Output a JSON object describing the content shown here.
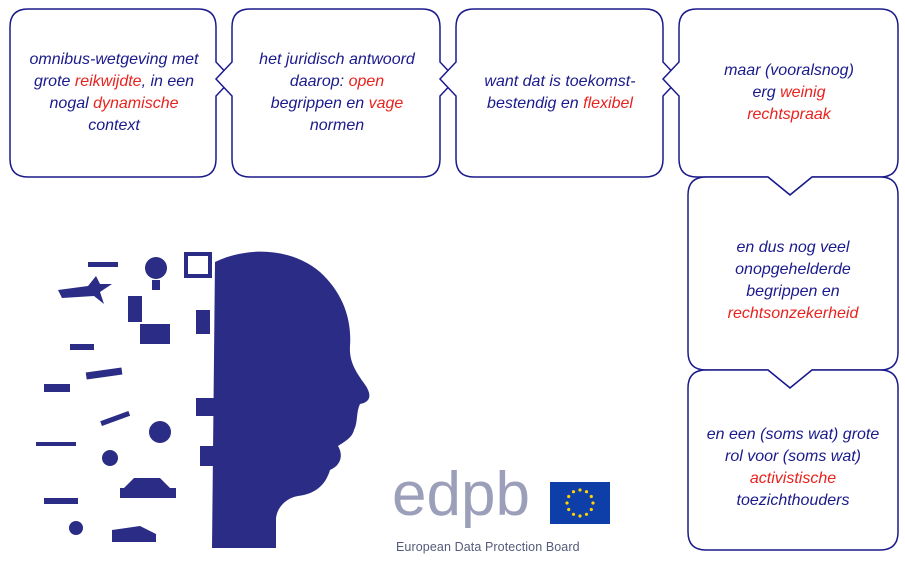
{
  "flow": {
    "box1": {
      "p1": "omnibus-wetgeving met grote ",
      "r1": "reikwijdte",
      "p2": ", in een nogal ",
      "r2": "dynamische",
      "p3": " context"
    },
    "box2": {
      "p1": "het juridisch antwoord daarop: ",
      "r1": "open",
      "p2": " begrippen en ",
      "r2": "vage",
      "p3": " normen"
    },
    "box3": {
      "p1": "want dat is toekomst-bestendig en ",
      "r1": "flexibel"
    },
    "box4": {
      "p1": "maar (vooralsnog) erg ",
      "r1": "weinig rechtspraak"
    },
    "box5": {
      "p1": "en dus nog veel onopgehelderde begrippen en ",
      "r1": "rechtsonzekerheid"
    },
    "box6": {
      "p1": "en een (soms wat) grote rol voor (soms wat) ",
      "r1": "activistische",
      "p2": " toezichthouders"
    }
  },
  "logo": {
    "wordmark": "edpb",
    "subtitle": "European Data Protection Board"
  },
  "colors": {
    "text": "#1a1a8c",
    "accent": "#e8231f",
    "border": "#1a1a8c",
    "eu_blue": "#0e3ea8",
    "eu_star": "#ffd200",
    "head": "#2a2c86"
  }
}
